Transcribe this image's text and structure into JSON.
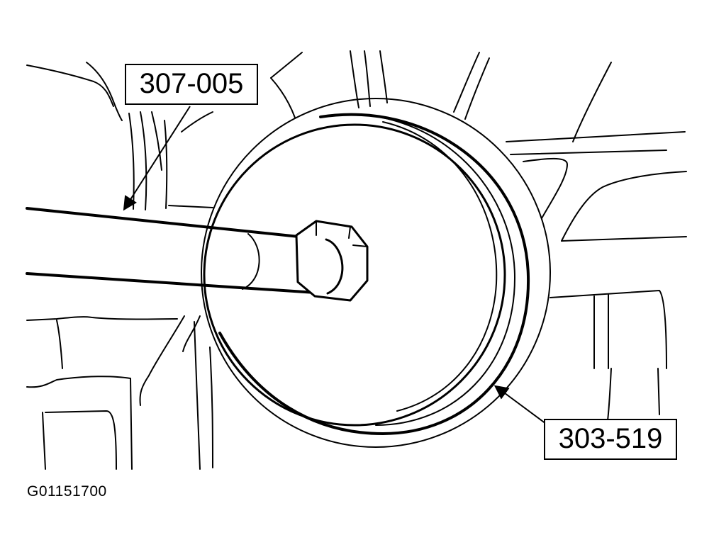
{
  "callouts": [
    {
      "id": "tool_a",
      "text": "307-005"
    },
    {
      "id": "tool_b",
      "text": "303-519"
    }
  ],
  "figure_code": "G01151700",
  "colors": {
    "line": "#000000",
    "background": "#ffffff"
  }
}
